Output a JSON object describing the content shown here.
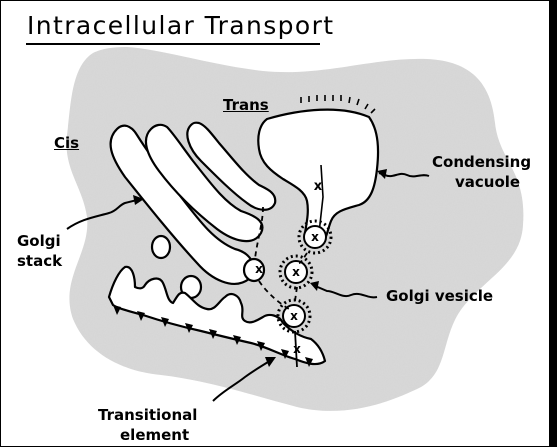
{
  "title": "Intracellular Transport",
  "labels": {
    "cis": "Cis",
    "trans": "Trans",
    "condensing_vacuole_line1": "Condensing",
    "condensing_vacuole_line2": "vacuole",
    "golgi_stack_line1": "Golgi",
    "golgi_stack_line2": "stack",
    "golgi_vesicle": "Golgi vesicle",
    "transitional_element_line1": "Transitional",
    "transitional_element_line2": "element"
  },
  "marker": "x",
  "colors": {
    "cytoplasm_fill": "#d9d9d9",
    "ink": "#000000",
    "background": "#ffffff"
  }
}
